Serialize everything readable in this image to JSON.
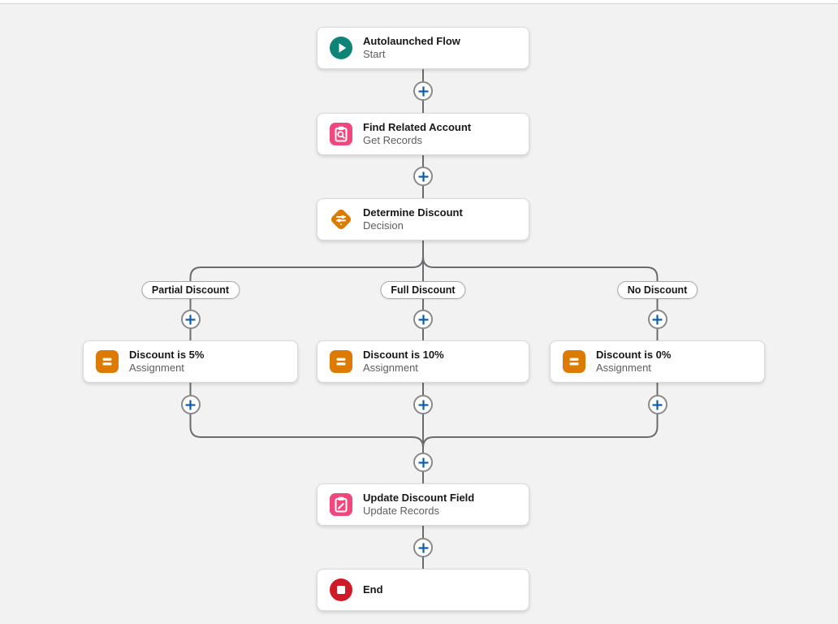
{
  "canvas": {
    "background": "#F3F2F2",
    "line_color": "#6B6C70",
    "plus_color": "#0B5CAB"
  },
  "nodes": [
    {
      "title": "Autolaunched Flow",
      "subtitle": "Start",
      "type": "start",
      "icon": "play-icon",
      "color": "#0E8478"
    },
    {
      "title": "Find Related Account",
      "subtitle": "Get Records",
      "type": "get-records",
      "icon": "record-lookup-icon",
      "color": "#EF477E"
    },
    {
      "title": "Determine Discount",
      "subtitle": "Decision",
      "type": "decision",
      "icon": "decision-icon",
      "color": "#DD7A01"
    },
    {
      "title": "Discount is 5%",
      "subtitle": "Assignment",
      "type": "assignment",
      "icon": "assignment-icon",
      "color": "#DD7A01"
    },
    {
      "title": "Discount is 10%",
      "subtitle": "Assignment",
      "type": "assignment",
      "icon": "assignment-icon",
      "color": "#DD7A01"
    },
    {
      "title": "Discount is 0%",
      "subtitle": "Assignment",
      "type": "assignment",
      "icon": "assignment-icon",
      "color": "#DD7A01"
    },
    {
      "title": "Update Discount Field",
      "subtitle": "Update Records",
      "type": "update-records",
      "icon": "record-update-icon",
      "color": "#EF477E"
    },
    {
      "title": "End",
      "subtitle": "",
      "type": "end",
      "icon": "stop-icon",
      "color": "#CE1B27"
    }
  ],
  "branch_labels": [
    {
      "label": "Partial Discount"
    },
    {
      "label": "Full Discount"
    },
    {
      "label": "No Discount"
    }
  ]
}
